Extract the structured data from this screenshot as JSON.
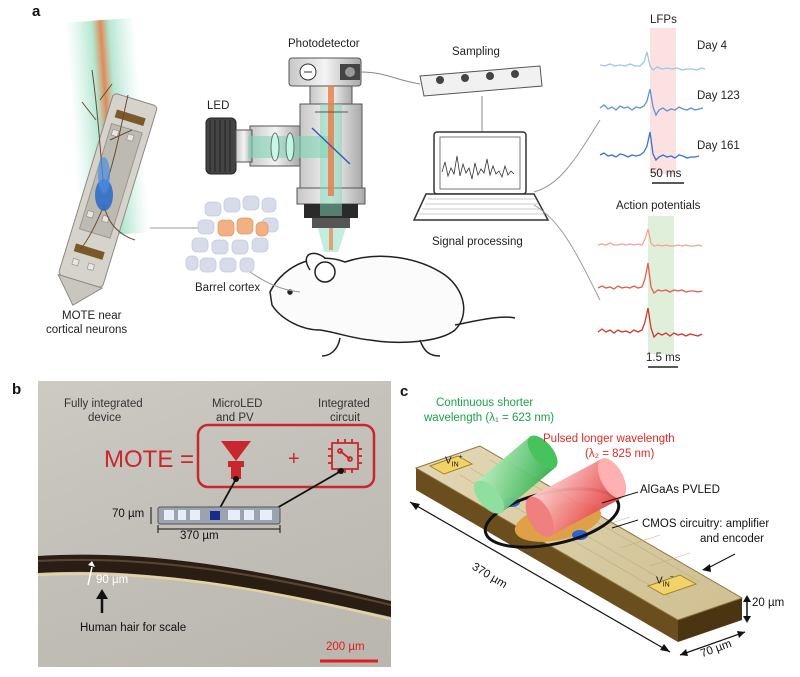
{
  "panel_a": {
    "letter": "a",
    "photodetector": "Photodetector",
    "led": "LED",
    "sampling": "Sampling",
    "signal_processing": "Signal processing",
    "barrel_cortex": "Barrel cortex",
    "mote_label_1": "MOTE near",
    "mote_label_2": "cortical neurons",
    "lfps": "LFPs",
    "day4": "Day 4",
    "day123": "Day 123",
    "day161": "Day 161",
    "scale_50ms": "50 ms",
    "action_potentials": "Action potentials",
    "scale_15ms": "1.5 ms"
  },
  "panel_b": {
    "letter": "b",
    "fully_1": "Fully integrated",
    "fully_2": "device",
    "microled_1": "MicroLED",
    "microled_2": "and PV",
    "ic_1": "Integrated",
    "ic_2": "circuit",
    "mote_eq": "MOTE =",
    "plus": "+",
    "dim_70": "70 µm",
    "dim_370": "370 µm",
    "dim_90": "90 µm",
    "hair": "Human hair for scale",
    "scale_200": "200 µm",
    "colors": {
      "mote_red": "#c8282d",
      "scale_red": "#e11b22"
    }
  },
  "panel_c": {
    "letter": "c",
    "cont_1": "Continuous shorter",
    "cont_2": "wavelength (λ₁ = 623 nm)",
    "pulsed_1": "Pulsed longer wavelength",
    "pulsed_2": "(λ₂ = 825 nm)",
    "algaas": "AlGaAs PVLED",
    "cmos_1": "CMOS circuitry: amplifier",
    "cmos_2": "and encoder",
    "vin_plus": "V",
    "vin_sub": "IN",
    "sup_plus": "+",
    "sup_minus": "−",
    "dim_370": "370 µm",
    "dim_20": "20 µm",
    "dim_70": "70 µm",
    "colors": {
      "green_text": "#1aa34a",
      "red_text": "#e02a2a"
    }
  }
}
